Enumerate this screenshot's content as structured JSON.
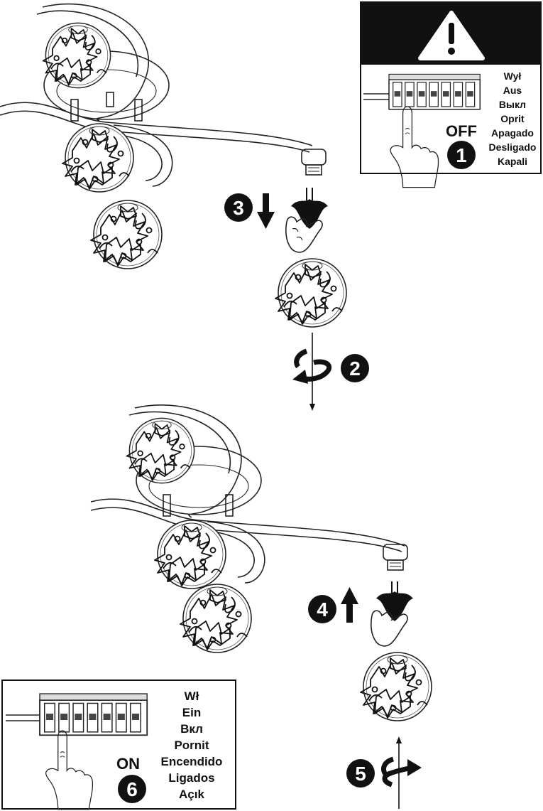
{
  "warning_panel": {
    "icon": "warning-triangle-icon",
    "state_label": "OFF",
    "step": "1",
    "labels": [
      "Wył",
      "Aus",
      "Выкл",
      "Oprit",
      "Apagado",
      "Desligado",
      "Kapali"
    ]
  },
  "on_panel": {
    "state_label": "ON",
    "step": "6",
    "labels": [
      "Wł",
      "Ein",
      "Вкл",
      "Pornit",
      "Encendido",
      "Ligados",
      "Açık"
    ]
  },
  "steps": {
    "s2": "2",
    "s3": "3",
    "s4": "4",
    "s5": "5"
  },
  "colors": {
    "ink": "#111111",
    "background": "#ffffff"
  }
}
